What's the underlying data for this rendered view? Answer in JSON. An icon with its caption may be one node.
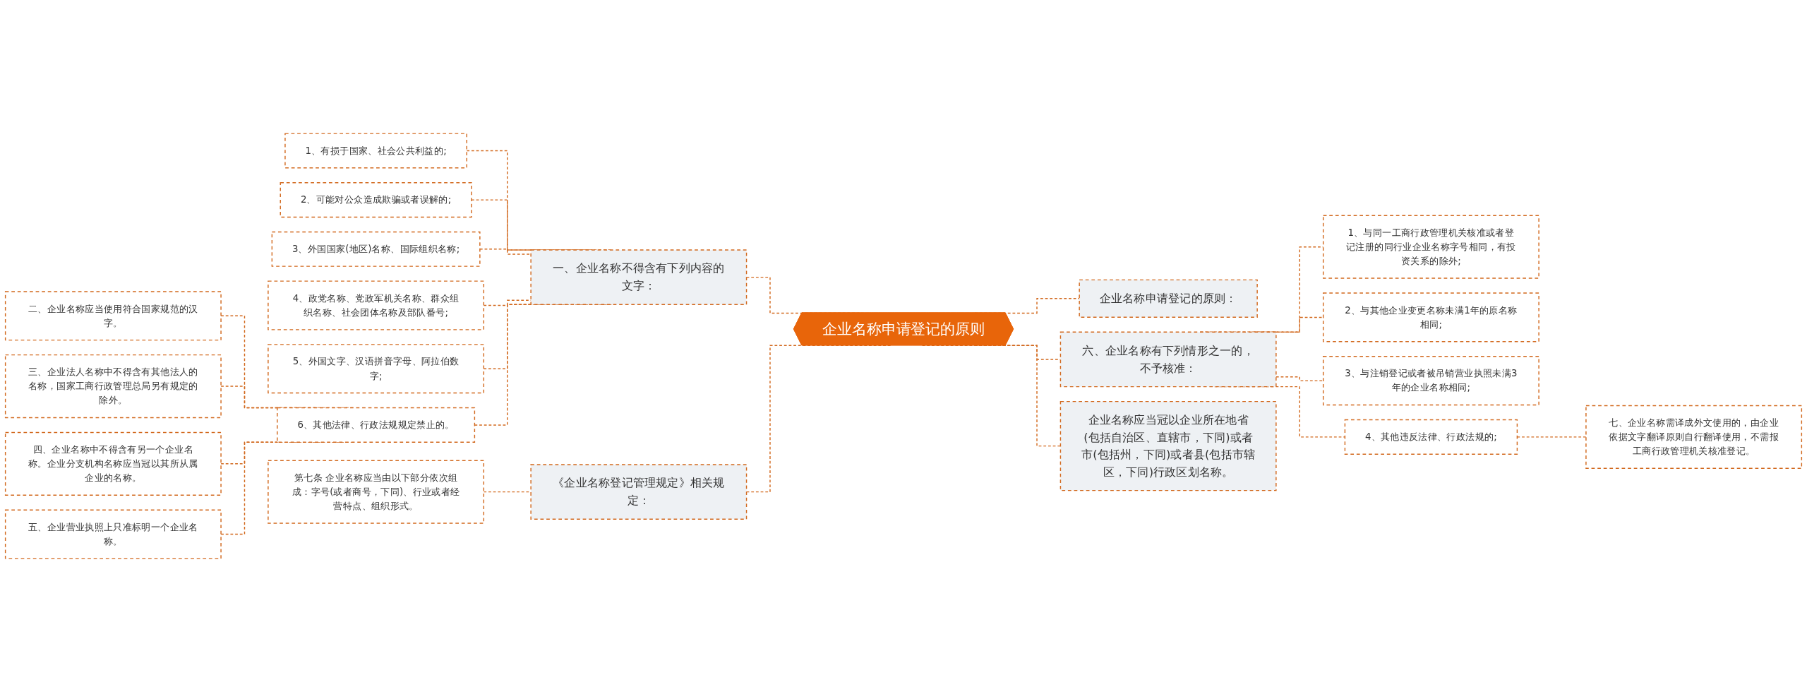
{
  "diagram": {
    "nodes": [
      {
        "text": [
          "企业名称申请登记的原则"
        ]
      },
      {
        "text": [
          "一、企业名称不得含有下列内容的文字："
        ]
      },
      {
        "text": [
          "1、有损于国家、社会公共利益的;"
        ]
      },
      {
        "text": [
          "2、可能对公众造成欺骗或者误解的;"
        ]
      },
      {
        "text": [
          "3、外国国家(地区)名称、国际组织名称;"
        ]
      },
      {
        "text": [
          "4、政党名称、党政军机关名称、群众组织名称、社会团体名称及部队番号;"
        ]
      },
      {
        "text": [
          "5、外国文字、汉语拼音字母、阿拉伯数字;"
        ]
      },
      {
        "text": [
          "6、其他法律、行政法规规定禁止的。"
        ]
      },
      {
        "text": [
          "二、企业名称应当使用符合国家规范的汉字。"
        ]
      },
      {
        "text": [
          "三、企业法人名称中不得含有其他法人的名称，国家工商行政管理总局另有规定的除外。"
        ]
      },
      {
        "text": [
          "四、企业名称中不得含有另一个企业名称。企业分支机构名称应当冠以其所从属企业的名称。"
        ]
      },
      {
        "text": [
          "五、企业营业执照上只准标明一个企业名称。"
        ]
      },
      {
        "text": [
          "《企业名称登记管理规定》相关规定："
        ]
      },
      {
        "text": [
          "第七条 企业名称应当由以下部分依次组成：字号(或者商号，下同)、行业或者经营特点、组织形式。"
        ]
      },
      {
        "text": [
          "企业名称申请登记的原则："
        ]
      },
      {
        "text": [
          "六、企业名称有下列情形之一的，不予核准："
        ]
      },
      {
        "text": [
          "1、与同一工商行政管理机关核准或者登记注册的同行业企业名称字号相同，有投资关系的除外;"
        ]
      },
      {
        "text": [
          "2、与其他企业变更名称未满1年的原名称相同;"
        ]
      },
      {
        "text": [
          "3、与注销登记或者被吊销营业执照未满3年的企业名称相同;"
        ]
      },
      {
        "text": [
          "4、其他违反法律、行政法规的;"
        ]
      },
      {
        "text": [
          "七、企业名称需译成外文使用的，由企业依据文字翻译原则自行翻译使用，不需报工商行政管理机关核准登记。"
        ]
      },
      {
        "text": [
          "企业名称应当冠以企业所在地省(包括自治区、直辖市，下同)或者市(包括州，下同)或者县(包括市辖区，下同)行政区划名称。"
        ]
      }
    ],
    "edges": [
      {
        "from": 1,
        "to": 0,
        "arrow": "none"
      },
      {
        "from": 2,
        "to": 1,
        "arrow": "none"
      },
      {
        "from": 3,
        "to": 1,
        "arrow": "none"
      },
      {
        "from": 4,
        "to": 1,
        "arrow": "none"
      },
      {
        "from": 5,
        "to": 1,
        "arrow": "none"
      },
      {
        "from": 6,
        "to": 1,
        "arrow": "none"
      },
      {
        "from": 7,
        "to": 1,
        "arrow": "none"
      },
      {
        "from": 8,
        "to": 7,
        "arrow": "none"
      },
      {
        "from": 9,
        "to": 7,
        "arrow": "none"
      },
      {
        "from": 10,
        "to": 7,
        "arrow": "none"
      },
      {
        "from": 11,
        "to": 7,
        "arrow": "none"
      },
      {
        "from": 12,
        "to": 0,
        "arrow": "none"
      },
      {
        "from": 13,
        "to": 12,
        "arrow": "none"
      },
      {
        "from": 0,
        "to": 14,
        "arrow": "none"
      },
      {
        "from": 0,
        "to": 15,
        "arrow": "none"
      },
      {
        "from": 15,
        "to": 16,
        "arrow": "none"
      },
      {
        "from": 15,
        "to": 17,
        "arrow": "none"
      },
      {
        "from": 15,
        "to": 18,
        "arrow": "none"
      },
      {
        "from": 15,
        "to": 19,
        "arrow": "none"
      },
      {
        "from": 19,
        "to": 20,
        "arrow": "none"
      },
      {
        "from": 0,
        "to": 21,
        "arrow": "none"
      }
    ]
  }
}
